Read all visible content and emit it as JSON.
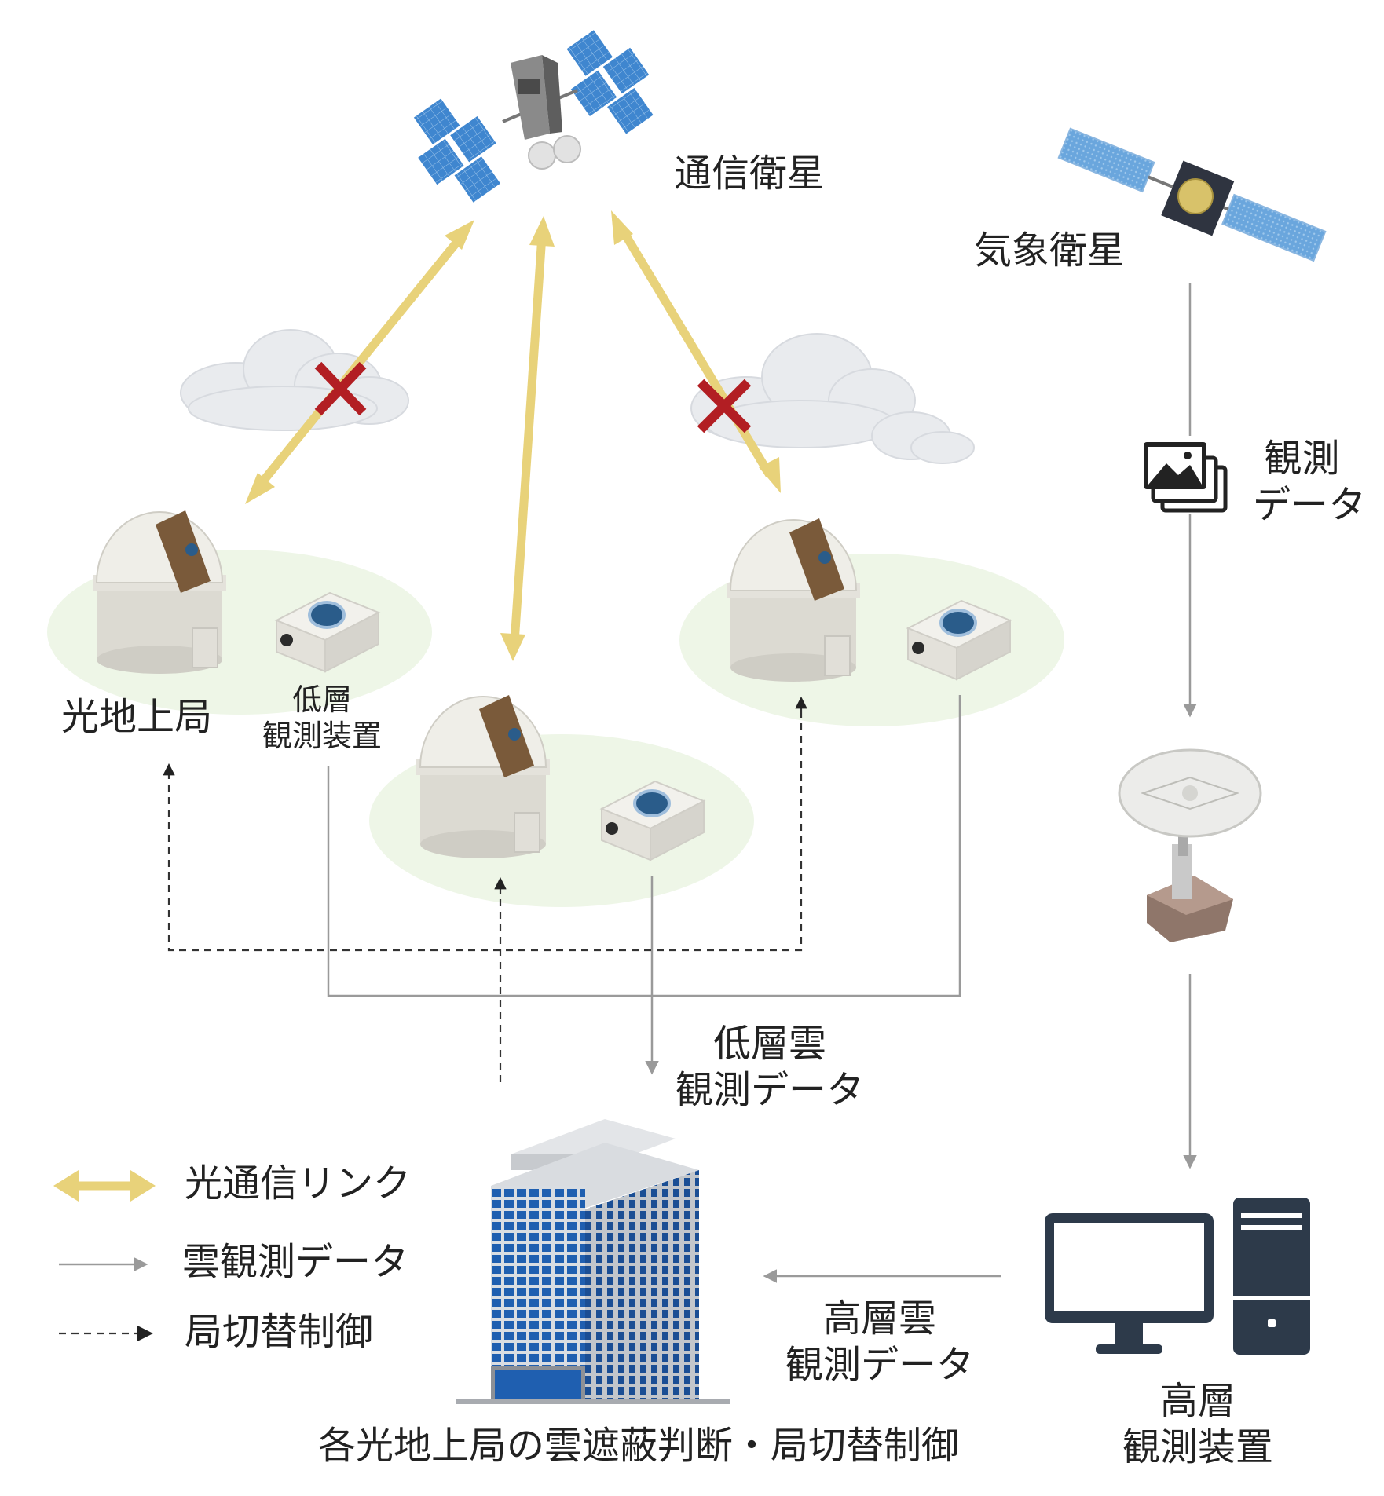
{
  "labels": {
    "comm_satellite": "通信衛星",
    "weather_satellite": "気象衛星",
    "observation_data_line1": "観測",
    "observation_data_line2": "データ",
    "ground_station": "光地上局",
    "low_obs_device_line1": "低層",
    "low_obs_device_line2": "観測装置",
    "low_cloud_data_line1": "低層雲",
    "low_cloud_data_line2": "観測データ",
    "high_cloud_data_line1": "高層雲",
    "high_cloud_data_line2": "観測データ",
    "high_obs_device_line1": "高層",
    "high_obs_device_line2": "観測装置",
    "control_center": "各光地上局の雲遮蔽判断・局切替制御"
  },
  "legend": {
    "optical_link": "光通信リンク",
    "cloud_data": "雲観測データ",
    "station_switch": "局切替制御"
  },
  "colors": {
    "optical_link": "#e8d27a",
    "blocked_x": "#b21e23",
    "data_arrow": "#9a9a9a",
    "control_arrow": "#333333",
    "ground_area": "#eef6e7",
    "dome": "#e9e8e1",
    "sensor_lens": "#2a5c8a",
    "building_glass": "#1f5fb0",
    "computer": "#2d3a4a",
    "solar_panel": "#3f86cf"
  }
}
